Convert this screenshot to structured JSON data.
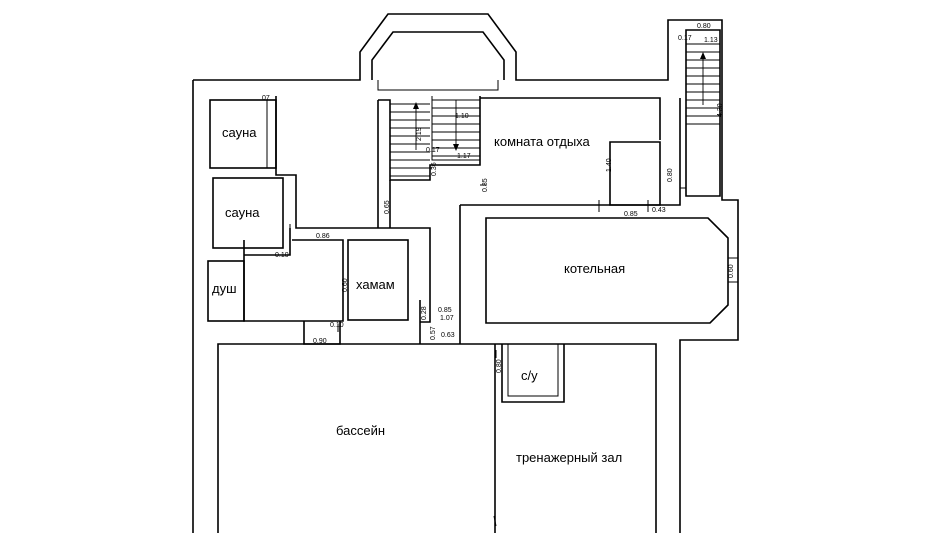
{
  "rooms": {
    "sauna1": "сауна",
    "sauna2": "сауна",
    "shower": "душ",
    "hamam": "хамам",
    "rest_room": "комната отдыха",
    "boiler": "котельная",
    "wc": "с/у",
    "pool": "бассейн",
    "gym": "тренажерный зал"
  },
  "dimensions": {
    "d_080_top": "0.80",
    "d_017": "0.17",
    "d_113": "1.13",
    "d_430": "4.30",
    "d_219": "2.19",
    "d_110": "1.10",
    "d_117": "1.17",
    "d_017b": "0.17",
    "d_036": "0.36",
    "d_085a": "0.85",
    "d_085b": "0.85",
    "d_140": "1.40",
    "d_080b": "0.80",
    "d_065": "0.65",
    "d_043": "0.43",
    "d_086": "0.86",
    "d_010a": "0.10",
    "d_090": "0.90",
    "d_060": "0.60",
    "d_060b": "0.60",
    "d_085c": "0.85",
    "d_107": "1.07",
    "d_057": "0.57",
    "d_063": "0.63",
    "d_010b": "0.10",
    "d_080c": "0.80",
    "d_028": "0.28",
    "d_07": "07"
  }
}
